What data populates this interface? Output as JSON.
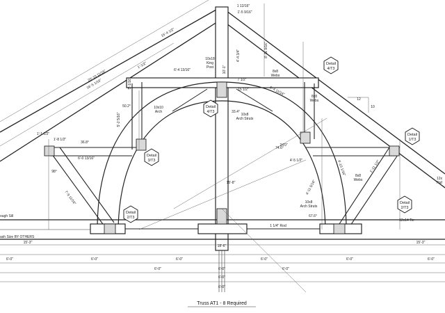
{
  "drawing": {
    "caption": "Truss AT1 - 8 Required",
    "member_labels": {
      "king_post": [
        "10x18",
        "King",
        "Post"
      ],
      "arch": [
        "10x10",
        "Arch"
      ],
      "arch_struts_left": [
        "10x8",
        "Arch Struts"
      ],
      "arch_struts_right": [
        "10x8",
        "Arch Struts"
      ],
      "webs_upper": [
        "8x8",
        "Webs"
      ],
      "webs_right": [
        "8x8",
        "Webs"
      ],
      "webs_lower": [
        "8x8",
        "Webs"
      ],
      "rod": "1 1/4\" Rod",
      "tie": "12x14 Tie",
      "rough_sill": "ough Sill",
      "by_others": "ash Size BY OTHERS",
      "right_edge": [
        "12x",
        "Raf"
      ]
    },
    "details": [
      {
        "line1": "Detail",
        "line2": "4/T3"
      },
      {
        "line1": "Detail",
        "line2": "4/T3"
      },
      {
        "line1": "Detail",
        "line2": "3/T3"
      },
      {
        "line1": "Detail",
        "line2": "2/T3"
      },
      {
        "line1": "Detail",
        "line2": "2/T3"
      },
      {
        "line1": "Detail",
        "line2": "1/T3"
      }
    ],
    "dimensions": {
      "top_1": "1 12/16\"",
      "top_2": "1'-5 9/16\"",
      "king_1": "8'-11 9/16\"",
      "king_2": "4'-4 3/4\"",
      "king_3": "10'-1\"",
      "king_4": "15'-8\"",
      "king_5": "18'-6\"",
      "collar": "6'-4 13/16\"",
      "rafter_1": "15'-4 1/2\"",
      "rafter_2": "20'-10 11/16\"",
      "rafter_3": "16'-5 1/16\"",
      "left_w1": "1'-1/2\"",
      "left_w2": "5'-1/16\"",
      "left_w3": "5'-2 5/16\"",
      "left_w4": "1'-1 1/2\"",
      "left_w5": "6'-0 13/16\"",
      "left_w6": "7'-9 11/16\"",
      "left_w7": "1'-8 1/2\"",
      "right_w1": "7 1/2\"",
      "right_w2": "15 1/2\"",
      "right_w3": "6'-4 11/16\"",
      "right_w4": "24'0\"",
      "right_w5": "4'-5 1/2\"",
      "right_w6": "4'-11 5/16\"",
      "right_w7": "4'-10 1/16\"",
      "right_w8": "1'-11 1/2\"",
      "angle_1": "50.2°",
      "angle_2": "36.8°",
      "angle_3": "98°",
      "angle_4": "33.4°",
      "angle_5": "74.6°",
      "angle_6": "67.6°",
      "pitch_rise": "12",
      "pitch_run": "10",
      "span_left": "15'-3\"",
      "span_right": "15'-3\"",
      "grid": [
        "6'-0\"",
        "6'-0\"",
        "6'-0\"",
        "6'-0\"",
        "6'-0\"",
        "6'-0\"",
        "6'-0\"",
        "6'-0\"",
        "6'-0\"",
        "6'-0\"",
        "6'-0\""
      ]
    }
  }
}
